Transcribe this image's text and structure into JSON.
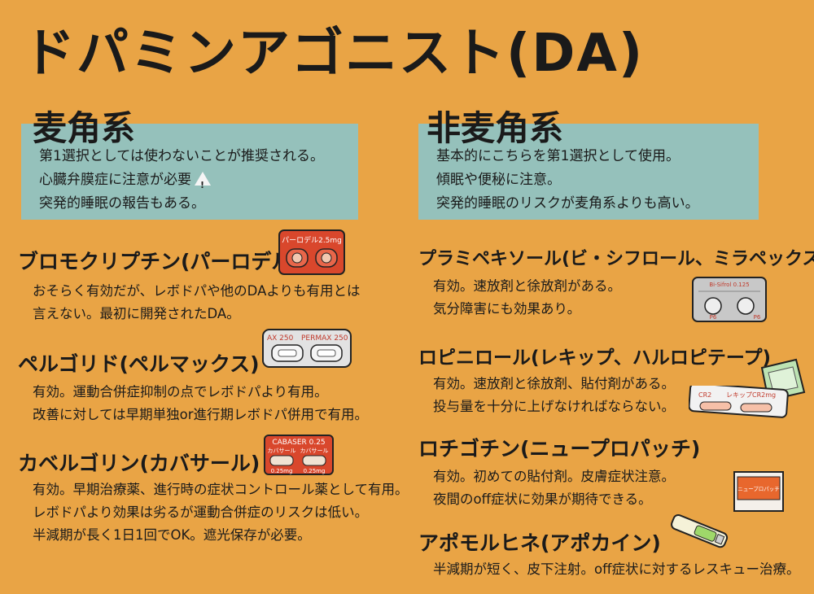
{
  "title": "ドパミンアゴニスト(DA)",
  "ergot": {
    "heading": "麦角系",
    "lines": [
      "第1選択としては使わないことが推奨される。",
      "心臓弁膜症に注意が必要",
      "突発的睡眠の報告もある。"
    ]
  },
  "non_ergot": {
    "heading": "非麦角系",
    "lines": [
      "基本的にこちらを第1選択として使用。",
      "傾眠や便秘に注意。",
      "突発的睡眠のリスクが麦角系よりも高い。"
    ]
  },
  "left_drugs": [
    {
      "name": "ブロモクリプチン(パーロデル)",
      "lines": [
        "おそらく有効だが、レボドパや他のDAよりも有用とは",
        "言えない。最初に開発されたDA。"
      ]
    },
    {
      "name": "ペルゴリド(ペルマックス)",
      "lines": [
        "有効。運動合併症抑制の点でレボドパより有用。",
        "改善に対しては早期単独or進行期レボドパ併用で有用。"
      ]
    },
    {
      "name": "カベルゴリン(カバサール)",
      "lines": [
        "有効。早期治療薬、進行時の症状コントロール薬として有用。",
        "レボドパより効果は劣るが運動合併症のリスクは低い。",
        "半減期が長く1日1回でOK。遮光保存が必要。"
      ]
    }
  ],
  "right_drugs": [
    {
      "name": "プラミペキソール(ビ・シフロール、ミラペックス)",
      "lines": [
        "有効。速放剤と徐放剤がある。",
        "気分障害にも効果あり。"
      ]
    },
    {
      "name": "ロピニロール(レキップ、ハルロピテープ)",
      "lines": [
        "有効。速放剤と徐放剤、貼付剤がある。",
        "投与量を十分に上げなければならない。"
      ]
    },
    {
      "name": "ロチゴチン(ニュープロパッチ)",
      "lines": [
        "有効。初めての貼付剤。皮膚症状注意。",
        "夜間のoff症状に効果が期待できる。"
      ]
    },
    {
      "name": "アポモルヒネ(アポカイン)",
      "lines": [
        "半減期が短く、皮下注射。off症状に対するレスキュー治療。"
      ]
    }
  ],
  "labels": {
    "parlodel": "パーロデル2.5mg",
    "permax": [
      "AX 250",
      "PERMAX 250"
    ],
    "cabaser": "CABASER 0.25",
    "cabaser_sub": [
      "カバサール",
      "カバサール"
    ],
    "cabaser_dose": [
      "0.25mg",
      "0.25mg"
    ],
    "bisifrol": "Bi-Sifrol 0.125",
    "pill_code": [
      "P6",
      "P6"
    ],
    "requip": [
      "CR2",
      "レキップCR2mg"
    ],
    "neupro": "ニュープロパッチ"
  },
  "colors": {
    "background": "#e9a445",
    "box": "#95c1bb",
    "parlodel": "#d9472c",
    "cabaser": "#d9472c",
    "permax": "#e2e2e2",
    "bisifrol": "#c8c8c8",
    "haru_tape": "#bde3b3"
  }
}
